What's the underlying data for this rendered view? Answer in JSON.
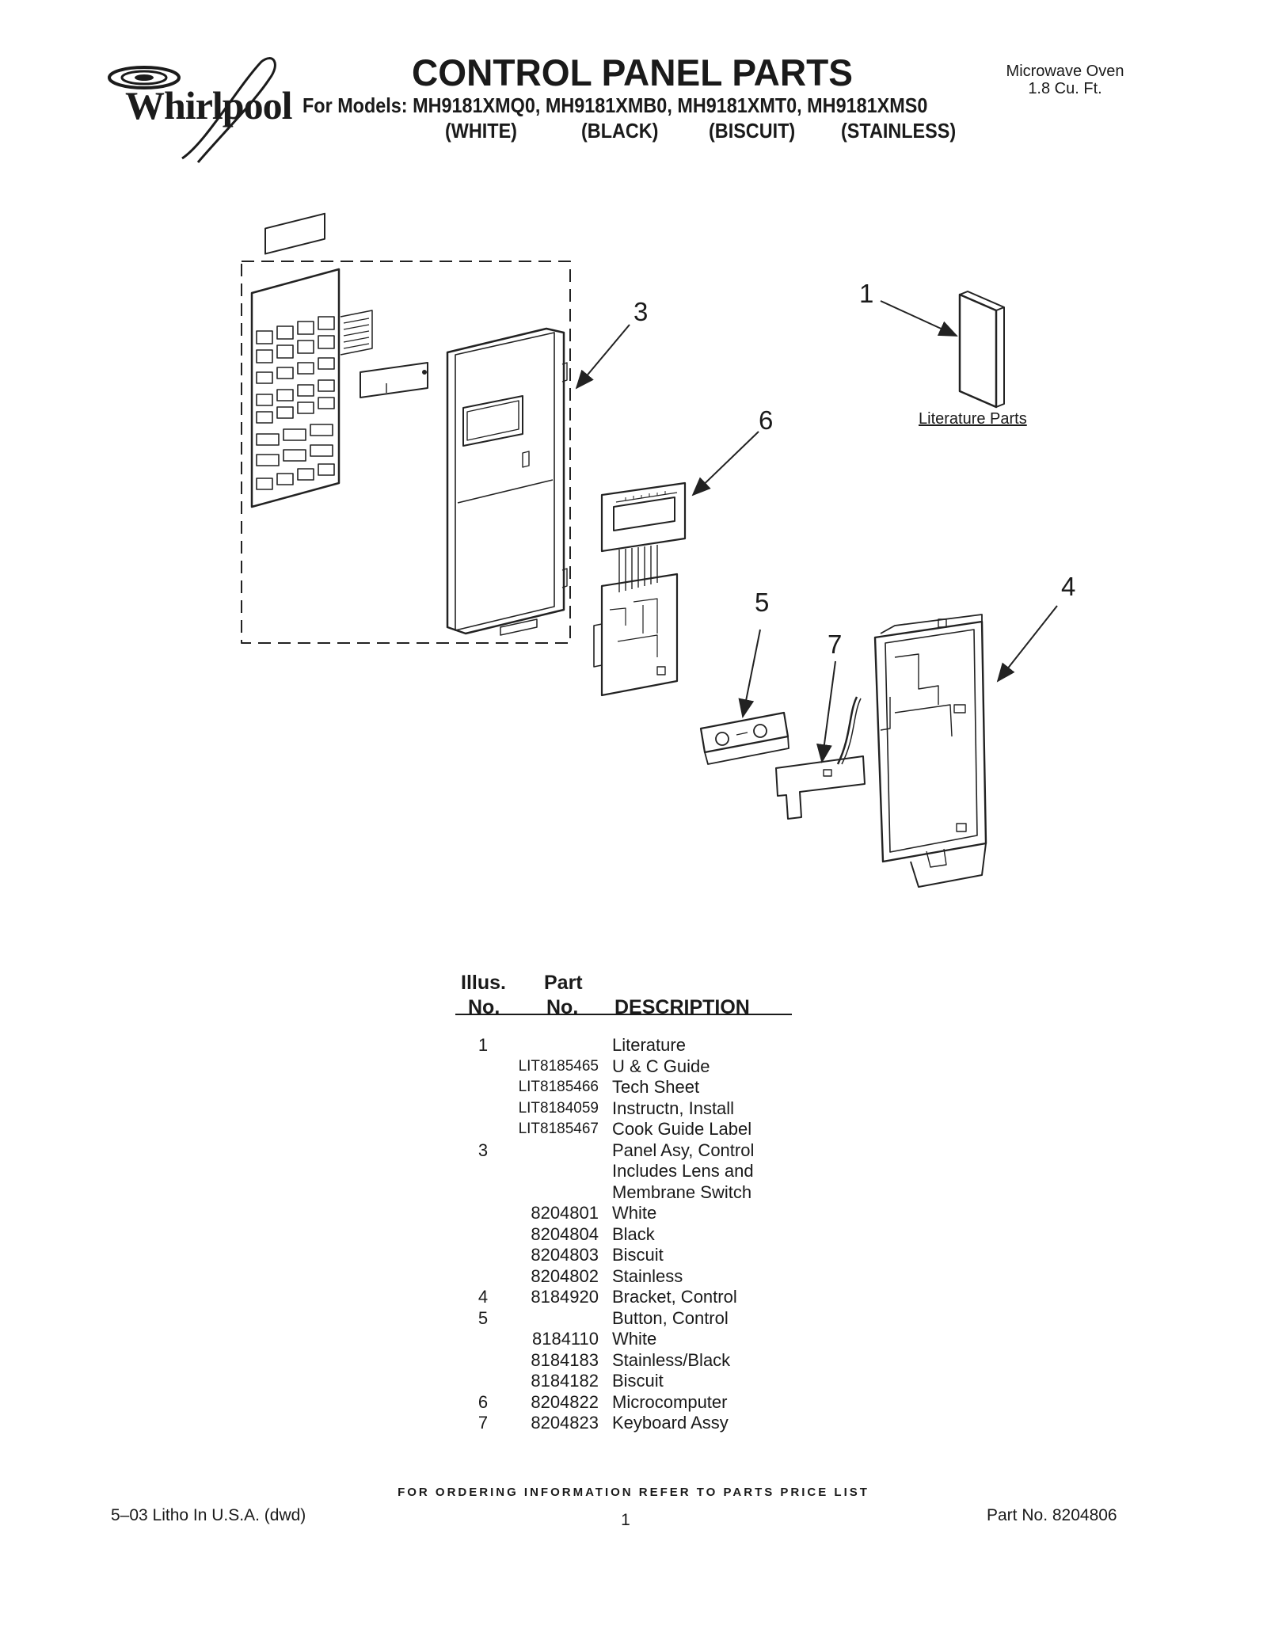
{
  "header": {
    "brand": "Whirlpool",
    "title": "CONTROL PANEL PARTS",
    "models_line": "For Models: MH9181XMQ0, MH9181XMB0, MH9181XMT0, MH9181XMS0",
    "color_labels": [
      "(WHITE)",
      "(BLACK)",
      "(BISCUIT)",
      "(STAINLESS)"
    ],
    "product_type": "Microwave Oven",
    "product_size": "1.8 Cu. Ft."
  },
  "diagram": {
    "callouts": [
      "1",
      "3",
      "6",
      "4",
      "5",
      "7"
    ],
    "literature_label": "Literature Parts"
  },
  "table": {
    "headers": {
      "illus_top": "Illus.",
      "illus_bottom": "No.",
      "part_top": "Part",
      "part_bottom": "No.",
      "description": "DESCRIPTION"
    },
    "rows": [
      {
        "illus": "1",
        "part": "",
        "desc": "Literature"
      },
      {
        "illus": "",
        "part": "LIT8185465",
        "desc": "U & C Guide"
      },
      {
        "illus": "",
        "part": "LIT8185466",
        "desc": "Tech Sheet"
      },
      {
        "illus": "",
        "part": "LIT8184059",
        "desc": "Instructn, Install"
      },
      {
        "illus": "",
        "part": "LIT8185467",
        "desc": "Cook Guide Label"
      },
      {
        "illus": "3",
        "part": "",
        "desc": "Panel Asy, Control"
      },
      {
        "illus": "",
        "part": "",
        "desc": "Includes Lens and"
      },
      {
        "illus": "",
        "part": "",
        "desc": "Membrane Switch"
      },
      {
        "illus": "",
        "part": "8204801",
        "desc": "White"
      },
      {
        "illus": "",
        "part": "8204804",
        "desc": "Black"
      },
      {
        "illus": "",
        "part": "8204803",
        "desc": "Biscuit"
      },
      {
        "illus": "",
        "part": "8204802",
        "desc": "Stainless"
      },
      {
        "illus": "4",
        "part": "8184920",
        "desc": "Bracket, Control"
      },
      {
        "illus": "5",
        "part": "",
        "desc": "Button, Control"
      },
      {
        "illus": "",
        "part": "8184110",
        "desc": "White"
      },
      {
        "illus": "",
        "part": "8184183",
        "desc": "Stainless/Black"
      },
      {
        "illus": "",
        "part": "8184182",
        "desc": "Biscuit"
      },
      {
        "illus": "6",
        "part": "8204822",
        "desc": "Microcomputer"
      },
      {
        "illus": "7",
        "part": "8204823",
        "desc": "Keyboard Assy"
      }
    ]
  },
  "footer": {
    "order_note": "FOR ORDERING INFORMATION REFER TO PARTS PRICE LIST",
    "litho": "5–03 Litho In U.S.A. (dwd)",
    "page_number": "1",
    "part_number": "Part No. 8204806"
  }
}
